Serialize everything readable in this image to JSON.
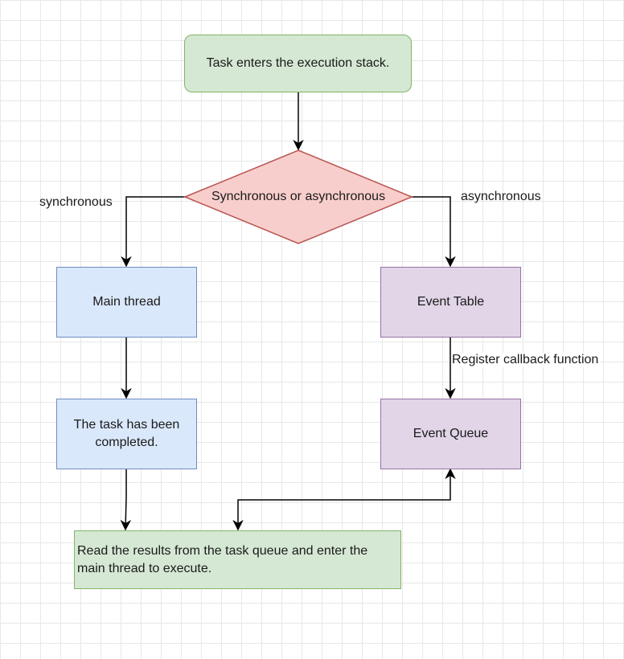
{
  "nodes": {
    "start": "Task enters the execution stack.",
    "decision": "Synchronous or asynchronous",
    "main_thread": "Main thread",
    "task_completed": "The task has been completed.",
    "event_table": "Event Table",
    "event_queue": "Event Queue",
    "read_results": "Read the results from the task queue and enter the main thread to execute."
  },
  "edges": {
    "sync": "synchronous",
    "async": "asynchronous",
    "register": "Register callback function"
  },
  "colors": {
    "green_fill": "#d5e8d4",
    "green_stroke": "#82b366",
    "red_fill": "#f8cecc",
    "red_stroke": "#b85450",
    "blue_fill": "#dae8fc",
    "blue_stroke": "#6c8ebf",
    "purple_fill": "#e1d5e7",
    "purple_stroke": "#9673a6"
  }
}
